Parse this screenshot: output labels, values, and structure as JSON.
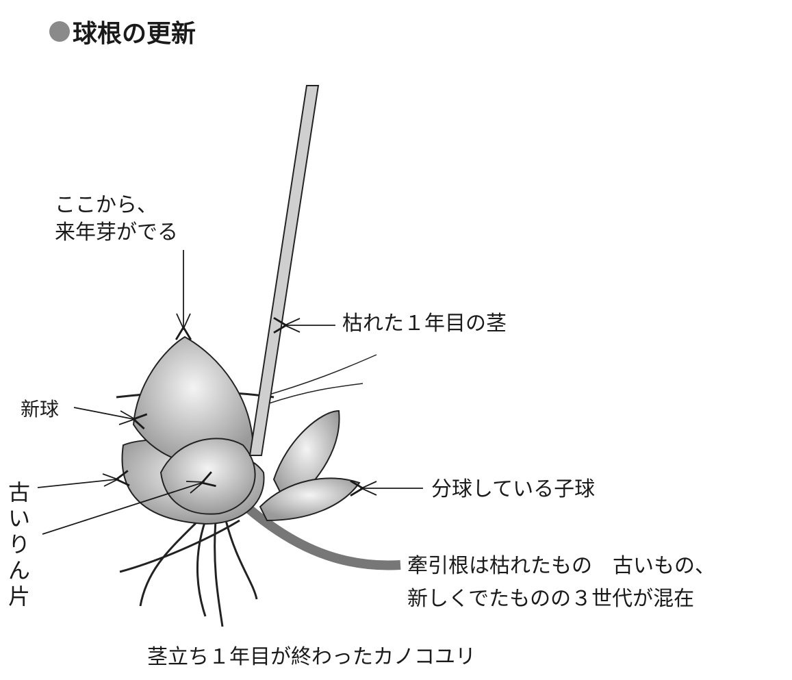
{
  "title": "球根の更新",
  "labels": {
    "bud_line1": "ここから、",
    "bud_line2": "来年芽がでる",
    "stem": "枯れた１年目の茎",
    "new_bulb": "新球",
    "old_scale": "古いりん片",
    "daughter": "分球している子球",
    "roots_line1": "牽引根は枯れたもの　古いもの、",
    "roots_line2": "新しくでたものの３世代が混在"
  },
  "caption": "茎立ち１年目が終わったカノコユリ",
  "colors": {
    "dot": "#8a8a8a",
    "ink": "#1a1a1a",
    "fill": "#d9d9d9"
  }
}
